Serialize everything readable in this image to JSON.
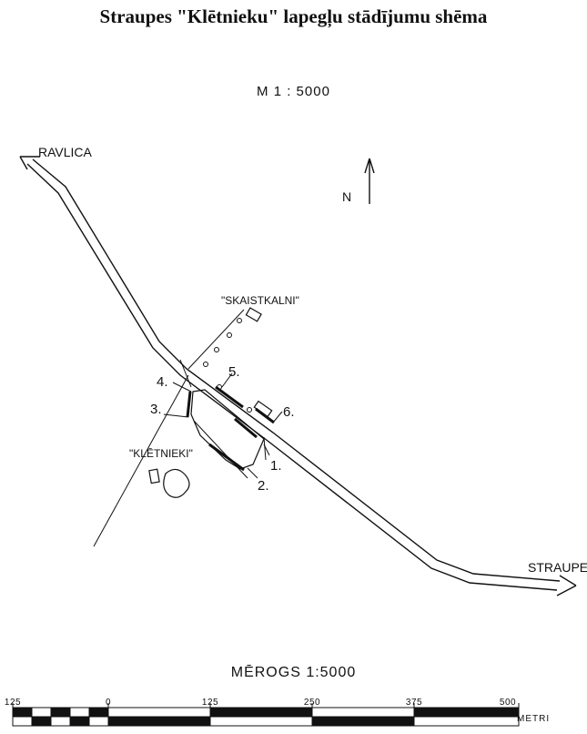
{
  "title": "Straupes \"Klētnieku\" lapegļu stādījumu shēma",
  "scale_top": "M 1 : 5000",
  "map": {
    "north_label": "N",
    "road_to_west": "RAVLICA",
    "road_to_east": "STRAUPE",
    "farm_north": "\"SKAISTKALNI\"",
    "farm_south": "\"KLĒTNIEKI\"",
    "plots": [
      "1.",
      "2.",
      "3.",
      "4.",
      "5.",
      "6."
    ]
  },
  "scalebar": {
    "title": "MĒROGS 1:5000",
    "ticks": [
      "125",
      "0",
      "125",
      "250",
      "375",
      "500"
    ],
    "unit": "METRI"
  }
}
